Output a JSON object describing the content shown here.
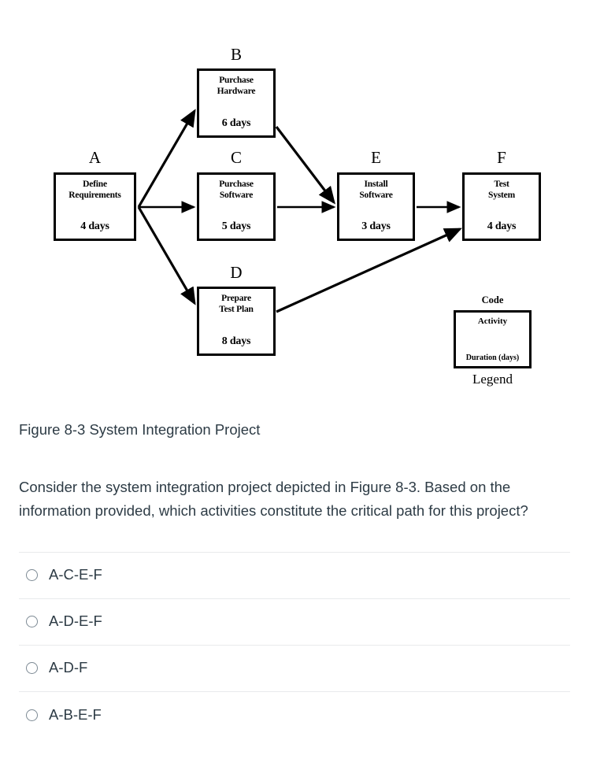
{
  "figure": {
    "caption": "Figure 8-3 System Integration Project",
    "nodes": [
      {
        "code": "A",
        "activity": "Define\nRequirements",
        "activity_line1": "Define",
        "activity_line2": "Requirements",
        "duration": "4 days"
      },
      {
        "code": "B",
        "activity_line1": "Purchase",
        "activity_line2": "Hardware",
        "duration": "6 days"
      },
      {
        "code": "C",
        "activity_line1": "Purchase",
        "activity_line2": "Software",
        "duration": "5 days"
      },
      {
        "code": "D",
        "activity_line1": "Prepare",
        "activity_line2": "Test Plan",
        "duration": "8 days"
      },
      {
        "code": "E",
        "activity_line1": "Install",
        "activity_line2": "Software",
        "duration": "3 days"
      },
      {
        "code": "F",
        "activity_line1": "Test",
        "activity_line2": "System",
        "duration": "4 days"
      }
    ],
    "edges": [
      {
        "from": "A",
        "to": "B"
      },
      {
        "from": "A",
        "to": "C"
      },
      {
        "from": "A",
        "to": "D"
      },
      {
        "from": "B",
        "to": "E"
      },
      {
        "from": "C",
        "to": "E"
      },
      {
        "from": "D",
        "to": "F"
      },
      {
        "from": "E",
        "to": "F"
      }
    ],
    "legend": {
      "code_label": "Code",
      "activity_label": "Activity",
      "duration_label": "Duration (days)",
      "caption": "Legend"
    }
  },
  "question": {
    "text": "Consider the system integration project depicted in Figure 8-3. Based on the information provided, which activities constitute the critical path for this project?",
    "options": [
      {
        "label": "A-C-E-F",
        "selected": false
      },
      {
        "label": "A-D-E-F",
        "selected": false
      },
      {
        "label": "A-D-F",
        "selected": false
      },
      {
        "label": "A-B-E-F",
        "selected": false
      }
    ]
  },
  "colors": {
    "text": "#2d3b45",
    "divider": "#e8eaec",
    "radio_border": "#7d8a94",
    "diagram_stroke": "#000000",
    "background": "#ffffff"
  }
}
